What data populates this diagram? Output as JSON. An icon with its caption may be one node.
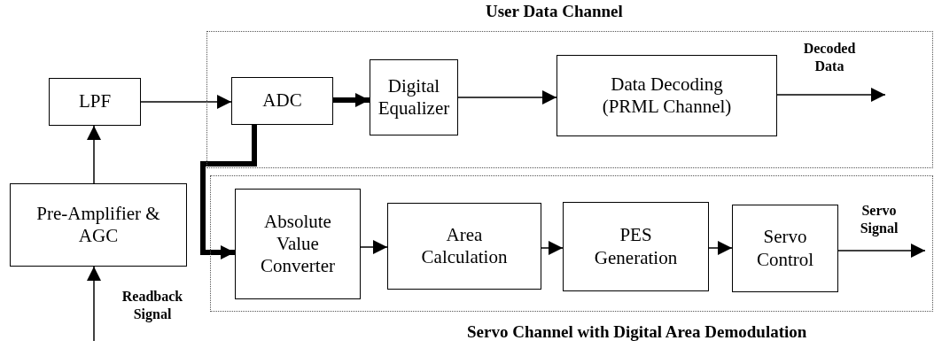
{
  "diagram": {
    "nodes": [
      {
        "text": [
          "LPF"
        ]
      },
      {
        "text": [
          "Pre-Amplifier & AGC"
        ]
      },
      {
        "text": [
          "User Data Channel"
        ]
      },
      {
        "text": [
          "ADC"
        ],
        "in": 2
      },
      {
        "text": [
          "Digital Equalizer"
        ],
        "in": 2
      },
      {
        "text": [
          "Data Decoding (PRML Channel)"
        ],
        "in": 2
      },
      {
        "text": [
          "Servo Channel with Digital Area Demodulation"
        ]
      },
      {
        "text": [
          "Absolute Value Converter"
        ],
        "in": 6
      },
      {
        "text": [
          "Area Calculation"
        ],
        "in": 6
      },
      {
        "text": [
          "PES Generation"
        ],
        "in": 6
      },
      {
        "text": [
          "Servo Control"
        ],
        "in": 6
      }
    ],
    "edges": [
      {
        "from": null,
        "to": 1,
        "arrow": "to",
        "label": "Readback Signal"
      },
      {
        "from": 1,
        "to": 0,
        "arrow": "to"
      },
      {
        "from": 0,
        "to": 3,
        "arrow": "to"
      },
      {
        "from": 3,
        "to": 4,
        "arrow": "to",
        "style": "thick"
      },
      {
        "from": 4,
        "to": 5,
        "arrow": "to"
      },
      {
        "from": 5,
        "to": null,
        "arrow": "to",
        "label": "Decoded Data"
      },
      {
        "from": 3,
        "to": 7,
        "arrow": "to",
        "style": "thick"
      },
      {
        "from": 7,
        "to": 8,
        "arrow": "to"
      },
      {
        "from": 8,
        "to": 9,
        "arrow": "to"
      },
      {
        "from": 9,
        "to": 10,
        "arrow": "to"
      },
      {
        "from": 10,
        "to": null,
        "arrow": "to",
        "label": "Servo Signal"
      }
    ]
  }
}
